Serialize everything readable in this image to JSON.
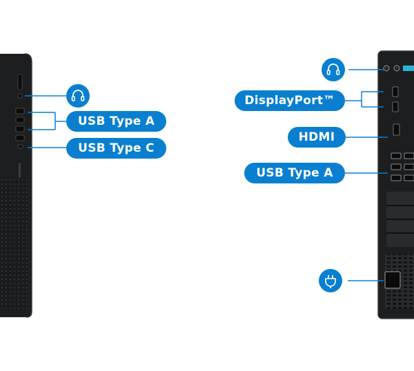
{
  "labels": {
    "front_usb_a": "USB Type A",
    "front_usb_c": "USB Type C",
    "rear_displayport": "DisplayPort™",
    "rear_hdmi": "HDMI",
    "rear_usb_a": "USB Type A"
  },
  "icons": {
    "front_audio": "headset-icon",
    "rear_audio": "headset-icon",
    "rear_power": "power-plug-icon"
  },
  "colors": {
    "accent": "#0a7fd0",
    "chassis": "#1c1d1f",
    "background": "#ffffff"
  }
}
